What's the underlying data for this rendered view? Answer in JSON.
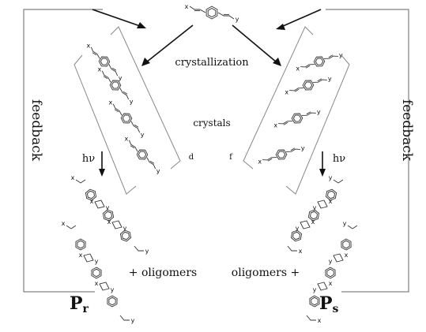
{
  "labels": {
    "crystallization": "crystallization",
    "crystals": "crystals",
    "feedback_left": "feedback",
    "feedback_right": "feedback",
    "hv_left": "hν",
    "hv_right": "hν",
    "bracket_left_tag": "d",
    "bracket_right_tag": "f",
    "oligomers_left": "+ oligomers",
    "oligomers_right": "oligomers +",
    "product_left_main": "P",
    "product_left_sub": "r",
    "product_right_main": "P",
    "product_right_sub": "s"
  },
  "substituents": {
    "x": "x",
    "y": "y"
  },
  "molecules": {
    "monomer": "monomer",
    "stack_left": [
      "monomer",
      "monomer",
      "monomer",
      "monomer"
    ],
    "stack_right": [
      "monomer",
      "monomer",
      "monomer",
      "monomer"
    ],
    "dimer_left": "cyclobutane-dimer",
    "dimer_right": "cyclobutane-dimer",
    "trimer_left": "cyclobutane-oligomer",
    "trimer_right": "cyclobutane-oligomer"
  },
  "colors": {
    "ink": "#111111",
    "line": "#333333",
    "frame": "#666666",
    "bracket": "#888888"
  }
}
